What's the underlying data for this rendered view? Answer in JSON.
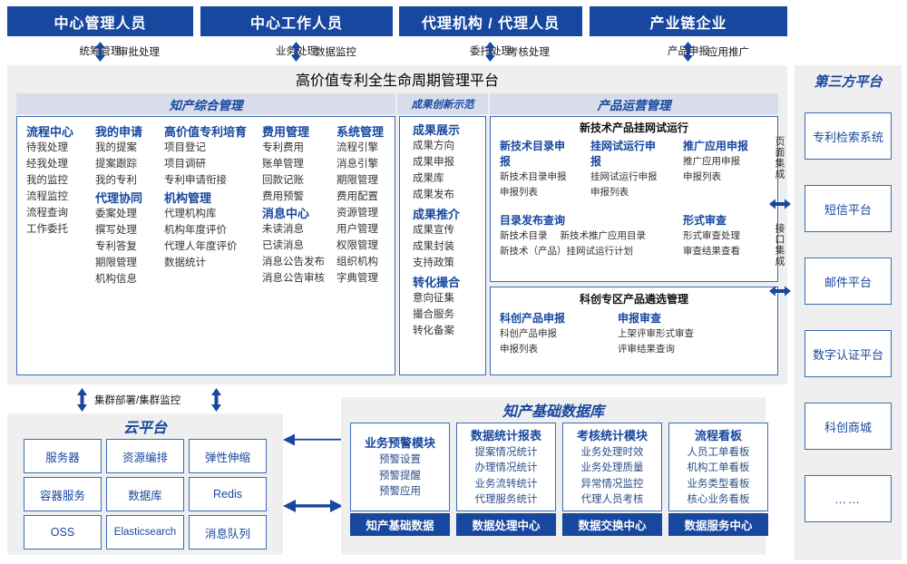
{
  "actors": [
    {
      "title": "中心管理人员",
      "left_label": "统筹管理",
      "right_label": "审批处理"
    },
    {
      "title": "中心工作人员",
      "left_label": "业务处理",
      "right_label": "数据监控"
    },
    {
      "title": "代理机构 / 代理人员",
      "left_label": "委托处理",
      "right_label": "考核处理"
    },
    {
      "title": "产业链企业",
      "left_label": "产品申报",
      "right_label": "应用推广"
    }
  ],
  "platform": {
    "title": "高价值专利全生命周期管理平台",
    "bands": {
      "ip_mgmt": "知产综合管理",
      "achievement": "成果创新示范",
      "product_ops": "产品运营管理"
    },
    "ip_columns": [
      {
        "head": "流程中心",
        "items": [
          "待我处理",
          "经我处理",
          "我的监控",
          "流程监控",
          "流程查询",
          "工作委托"
        ]
      },
      {
        "head": "我的申请",
        "items": [
          "我的提案",
          "提案跟踪",
          "我的专利"
        ],
        "head2": "代理协同",
        "items2": [
          "委案处理",
          "撰写处理",
          "专利答复",
          "期限管理",
          "机构信息"
        ]
      },
      {
        "head": "高价值专利培育",
        "items": [
          "项目登记",
          "项目调研",
          "专利申请衔接"
        ],
        "head2": "机构管理",
        "items2": [
          "代理机构库",
          "机构年度评价",
          "代理人年度评价",
          "数据统计"
        ]
      },
      {
        "head": "费用管理",
        "items": [
          "专利费用",
          "账单管理",
          "回款记账",
          "费用预警"
        ],
        "head2": "消息中心",
        "items2": [
          "未读消息",
          "已读消息",
          "消息公告发布",
          "消息公告审核"
        ]
      },
      {
        "head": "系统管理",
        "items": [
          "流程引擎",
          "消息引擎",
          "期限管理",
          "费用配置",
          "资源管理",
          "用户管理",
          "权限管理",
          "组织机构",
          "字典管理"
        ]
      }
    ],
    "achievement_groups": [
      {
        "head": "成果展示",
        "items": [
          "成果方向",
          "成果申报",
          "成果库",
          "成果发布"
        ]
      },
      {
        "head": "成果推介",
        "items": [
          "成果宣传",
          "成果封装",
          "支持政策"
        ]
      },
      {
        "head": "转化撮合",
        "items": [
          "意向征集",
          "撮合服务",
          "转化备案"
        ]
      }
    ],
    "product_cards": [
      {
        "title": "新技术产品挂网试运行",
        "columns": [
          {
            "head": "新技术目录申报",
            "items": [
              "新技术目录申报",
              "申报列表"
            ]
          },
          {
            "head": "挂网试运行申报",
            "items": [
              "挂网试运行申报",
              "申报列表"
            ]
          },
          {
            "head": "推广应用申报",
            "items": [
              "推广应用申报",
              "申报列表"
            ]
          }
        ],
        "row2_left_head": "目录发布查询",
        "row2_left_items": [
          "新技术目录",
          "新技术推广应用目录",
          "新技术（产品）挂网试运行计划"
        ],
        "row2_right_head": "形式审查",
        "row2_right_items": [
          "形式审查处理",
          "审查结果查看"
        ]
      },
      {
        "title": "科创专区产品遴选管理",
        "columns": [
          {
            "head": "科创产品申报",
            "items": [
              "科创产品申报",
              "申报列表"
            ]
          },
          {
            "head": "申报审查",
            "items": [
              "上架评审形式审查",
              "评审结果查询"
            ]
          }
        ]
      }
    ]
  },
  "integration": {
    "page_integration": "页面集成",
    "api_integration": "接口集成"
  },
  "third_party": {
    "title": "第三方平台",
    "items": [
      "专利检索系统",
      "短信平台",
      "邮件平台",
      "数字认证平台",
      "科创商城",
      "……"
    ]
  },
  "cloud": {
    "link_label": "集群部署/集群监控",
    "title": "云平台",
    "items": [
      "服务器",
      "资源编排",
      "弹性伸缩",
      "容器服务",
      "数据库",
      "Redis",
      "OSS",
      "Elasticsearch",
      "消息队列"
    ]
  },
  "database": {
    "title": "知产基础数据库",
    "cards": [
      {
        "head": "业务预警模块",
        "items": [
          "预警设置",
          "预警提醒",
          "预警应用"
        ],
        "footer": "知产基础数据"
      },
      {
        "head": "数据统计报表",
        "items": [
          "提案情况统计",
          "办理情况统计",
          "业务流转统计",
          "代理服务统计"
        ],
        "footer": "数据处理中心"
      },
      {
        "head": "考核统计模块",
        "items": [
          "业务处理时效",
          "业务处理质量",
          "异常情况监控",
          "代理人员考核"
        ],
        "footer": "数据交换中心"
      },
      {
        "head": "流程看板",
        "items": [
          "人员工单看板",
          "机构工单看板",
          "业务类型看板",
          "核心业务看板"
        ],
        "footer": "数据服务中心"
      }
    ]
  },
  "colors": {
    "brand": "#17479E",
    "band": "#d8dceb",
    "panel": "#efefef",
    "border": "#3b6cb5"
  }
}
